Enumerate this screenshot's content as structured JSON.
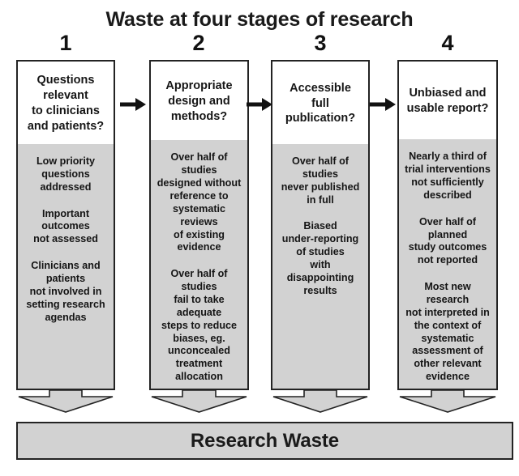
{
  "title": "Waste at four stages of research",
  "colors": {
    "panel_fill": "#d2d2d2",
    "stroke": "#232323",
    "text": "#161616",
    "header_fill": "#ffffff"
  },
  "stages": [
    {
      "number": "1",
      "heading": "Questions\nrelevant\nto clinicians\nand patients?",
      "items": [
        "Low priority\nquestions\naddressed",
        "Important\noutcomes\nnot assessed",
        "Clinicians and\npatients\nnot involved in\nsetting research\nagendas"
      ]
    },
    {
      "number": "2",
      "heading": "Appropriate\ndesign and\nmethods?",
      "items": [
        "Over half of\nstudies\ndesigned without\nreference to\nsystematic reviews\nof existing\nevidence",
        "Over half of\nstudies\nfail to take\nadequate\nsteps to reduce\nbiases, eg.\nunconcealed\ntreatment\nallocation"
      ]
    },
    {
      "number": "3",
      "heading": "Accessible\nfull\npublication?",
      "items": [
        "Over half of\nstudies\nnever published\nin full",
        "Biased\nunder-reporting\nof studies\nwith disappointing\nresults"
      ]
    },
    {
      "number": "4",
      "heading": "Unbiased and\nusable report?",
      "items": [
        "Nearly a third of\ntrial interventions\nnot sufficiently\ndescribed",
        "Over half of\nplanned\nstudy outcomes\nnot reported",
        "Most new research\nnot interpreted in\nthe context of\nsystematic\nassessment of\nother relevant\nevidence"
      ]
    }
  ],
  "outcome": {
    "label": "Research Waste"
  },
  "icons": {
    "connector": "right-arrow-icon",
    "funnel": "down-arrow-icon"
  }
}
